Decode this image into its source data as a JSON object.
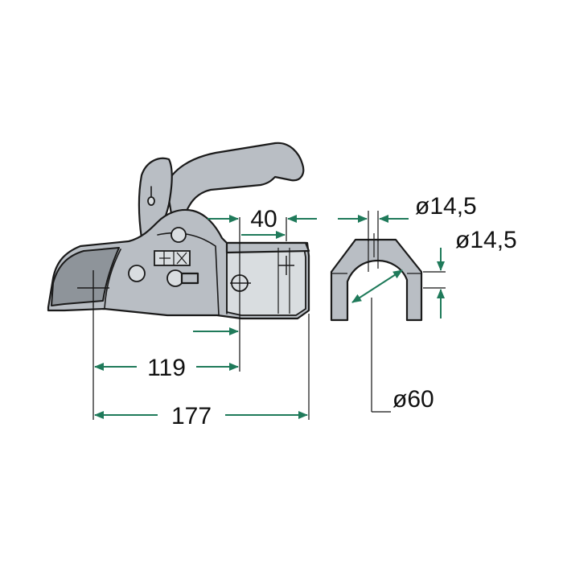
{
  "colors": {
    "dimension": "#1f7a5a",
    "steel": "#b9bec4",
    "outline": "#1a1a1a"
  },
  "dimensions": {
    "overall_length": "177",
    "ball_center_to_bolt": "119",
    "bolt_spacing": "40",
    "bolt_hole_diameter_top": "ø14,5",
    "bolt_hole_diameter_side": "ø14,5",
    "drawbar_diameter": "ø60"
  },
  "parts": {
    "main": "ball-coupling-head",
    "detail": "drawbar-clamp-profile"
  }
}
